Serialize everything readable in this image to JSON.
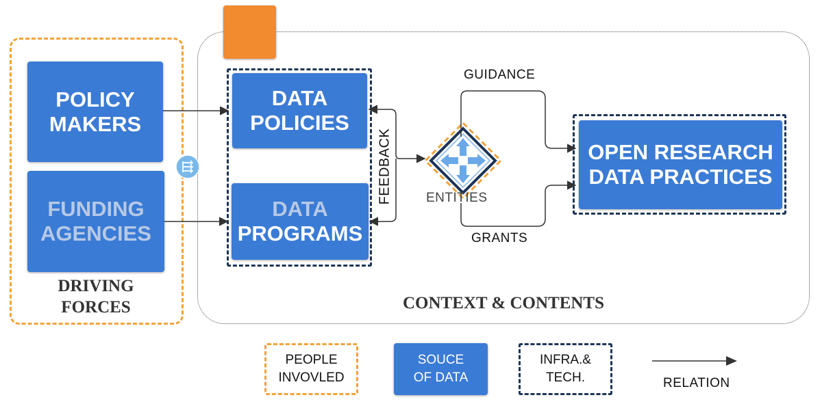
{
  "colors": {
    "people_border": "#f2a33a",
    "infra_border": "#1d3557",
    "source_fill": "#3a7bd5",
    "orange_tab": "#f28a30",
    "arrow": "#333333"
  },
  "driving_forces": {
    "policy_makers": "POLICY\nMAKERS",
    "funding_agencies": "FUNDING\nAGENCIES",
    "label": "DRIVING\nFORCES"
  },
  "context": {
    "label": "CONTEXT & CONTENTS",
    "data_policies": "DATA\nPOLICIES",
    "data_programs": "DATA\nPROGRAMS",
    "feedback": "FEEDBACK",
    "entities": "ENTITIES",
    "guidance": "GUIDANCE",
    "grants": "GRANTS",
    "open_research": "OPEN RESEARCH\nDATA PRACTICES"
  },
  "icons": {
    "router": "router-icon",
    "entities": "entities-diamond-icon"
  },
  "legend": {
    "people": "PEOPLE\nINVOVLED",
    "source": "SOUCE\nOF DATA",
    "infra": "INFRA.&\nTECH.",
    "relation": "RELATION"
  }
}
